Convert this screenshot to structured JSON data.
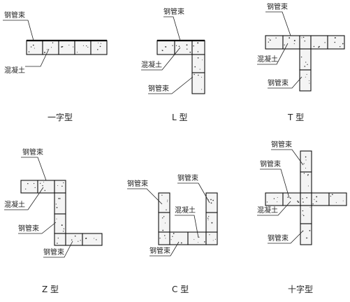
{
  "panels": {
    "straight": {
      "caption": "一字型",
      "tube_label": "钢管束",
      "concrete_label": "混凝土"
    },
    "l_shape": {
      "caption": "L 型",
      "tube_label_top": "钢管束",
      "concrete_label": "混凝土",
      "tube_label_bottom": "钢管束"
    },
    "t_shape": {
      "caption": "T 型",
      "tube_label": "钢管束",
      "concrete_label": "混凝土",
      "tube_label_bottom": "钢管束"
    },
    "z_shape": {
      "caption": "Z 型",
      "tube_label_top": "钢管束",
      "concrete_label": "混凝土",
      "tube_label_mid": "钢管束",
      "tube_label_bottom": "钢管束"
    },
    "c_shape": {
      "caption": "C 型",
      "tube_label_left": "钢管束",
      "tube_label_right": "钢管束",
      "concrete_label": "混凝土",
      "tube_label_bottom": "钢管束"
    },
    "cross": {
      "caption": "十字型",
      "tube_label_top": "钢管束",
      "tube_label_mid": "钢管束",
      "concrete_label": "混凝土",
      "tube_label_bottom": "钢管束"
    }
  }
}
